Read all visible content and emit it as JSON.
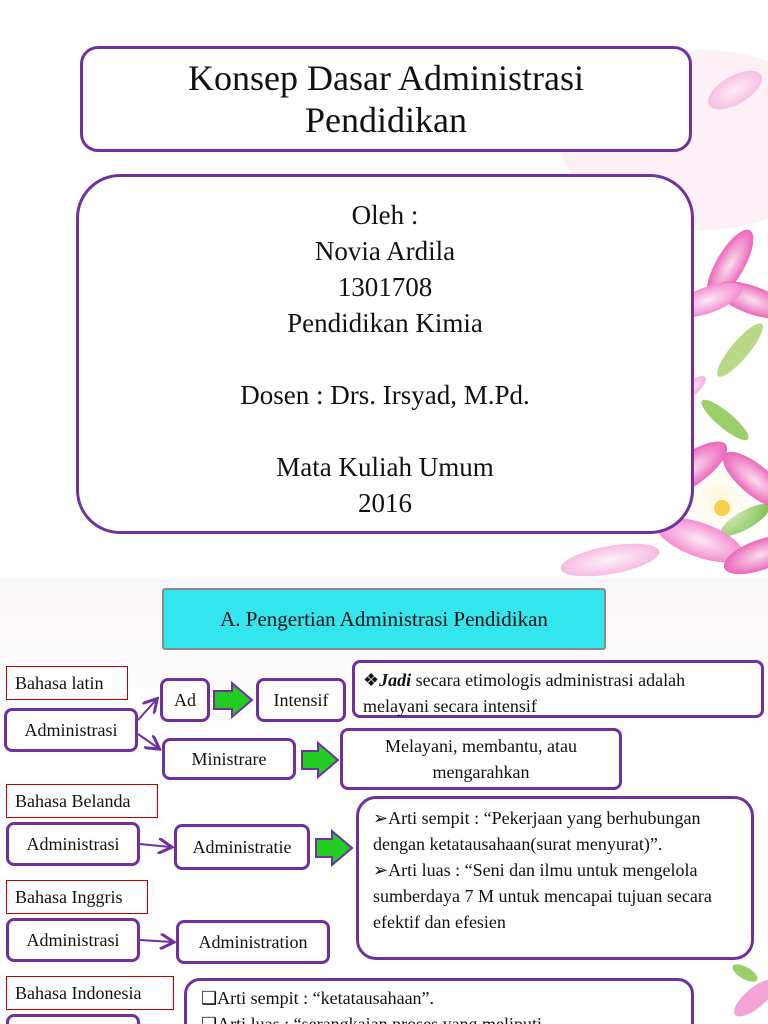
{
  "slide1": {
    "title_line1": "Konsep Dasar Administrasi",
    "title_line2": "Pendidikan",
    "oleh": "Oleh :",
    "name": "Novia Ardila",
    "nim": "1301708",
    "program": "Pendidikan Kimia",
    "dosen": "Dosen : Drs. Irsyad, M.Pd.",
    "course": "Mata Kuliah Umum",
    "year": "2016"
  },
  "slide2": {
    "header": "A. Pengertian Administrasi Pendidikan",
    "latin": {
      "label": "Bahasa latin",
      "word": "Administrasi",
      "ad": "Ad",
      "intensif": "Intensif",
      "ministrare": "Ministrare",
      "conclusion_bullet": "❖",
      "conclusion_bold": "Jadi",
      "conclusion_rest": " secara etimologis administrasi adalah melayani secara intensif",
      "meaning": "Melayani, membantu, atau mengarahkan"
    },
    "belanda": {
      "label": "Bahasa Belanda",
      "word": "Administrasi",
      "target": "Administratie",
      "sempit": "➢Arti sempit : “Pekerjaan yang berhubungan dengan ketatausahaan(surat menyurat)”.",
      "luas": "➢Arti luas : “Seni dan ilmu untuk mengelola sumberdaya 7 M untuk mencapai tujuan secara efektif dan efesien"
    },
    "inggris": {
      "label": "Bahasa Inggris",
      "word": "Administrasi",
      "target": "Administration"
    },
    "indonesia": {
      "label": "Bahasa Indonesia",
      "sempit": "❑Arti sempit : “ketatausahaan”.",
      "luas": "❑Arti luas : “serangkaian proses yang meliputi"
    }
  },
  "colors": {
    "accent_purple": "#7030a0",
    "header_cyan": "#33e6ee",
    "arrow_green": "#22cc22",
    "label_border_red": "#c00000"
  }
}
